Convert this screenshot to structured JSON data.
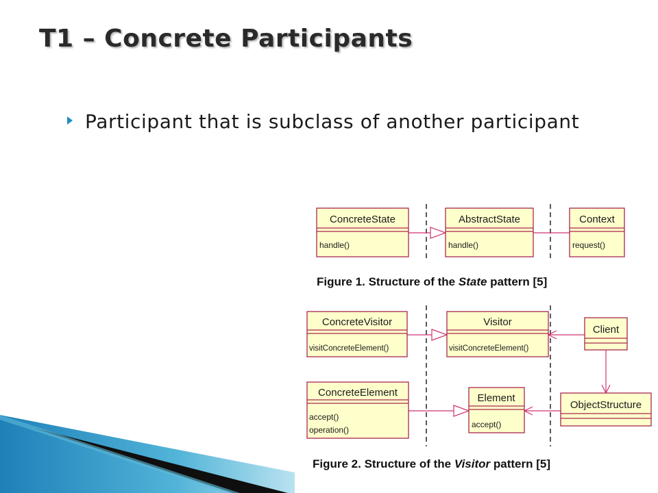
{
  "slide": {
    "title": "T1 – Concrete Participants",
    "bullet": "Participant that is subclass of another participant"
  },
  "colors": {
    "class_fill": "#ffffcc",
    "class_border": "#a8264d",
    "association": "#d03270",
    "dashed_separator": "#222222",
    "bullet": "#1b8fc0"
  },
  "figure1": {
    "classes": {
      "concrete_state": {
        "name": "ConcreteState",
        "ops": [
          "handle()"
        ]
      },
      "abstract_state": {
        "name": "AbstractState",
        "ops": [
          "handle()"
        ]
      },
      "context": {
        "name": "Context",
        "ops": [
          "request()"
        ]
      }
    },
    "caption": {
      "prefix": "Figure 1. Structure of the ",
      "emph": "State",
      "suffix": " pattern [5]"
    }
  },
  "figure2": {
    "classes": {
      "concrete_visitor": {
        "name": "ConcreteVisitor",
        "ops": [
          "visitConcreteElement()"
        ]
      },
      "visitor": {
        "name": "Visitor",
        "ops": [
          "visitConcreteElement()"
        ]
      },
      "client": {
        "name": "Client"
      },
      "concrete_element": {
        "name": "ConcreteElement",
        "ops": [
          "accept()",
          "operation()"
        ]
      },
      "element": {
        "name": "Element",
        "ops": [
          "accept()"
        ]
      },
      "object_structure": {
        "name": "ObjectStructure"
      }
    },
    "caption": {
      "prefix": "Figure 2. Structure of the ",
      "emph": "Visitor",
      "suffix": " pattern [5]"
    }
  }
}
